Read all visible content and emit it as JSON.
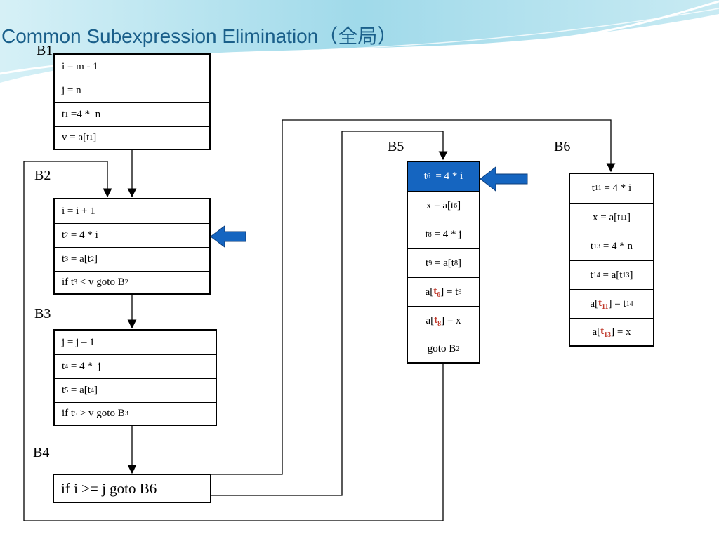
{
  "title": "Common Subexpression Elimination（全局）",
  "labels": {
    "b1": "B1",
    "b2": "B2",
    "b3": "B3",
    "b4": "B4",
    "b5": "B5",
    "b6": "B6"
  },
  "b1": [
    "i = m - 1",
    "j = n",
    "t1 =4 *  n",
    "v = a[t1]"
  ],
  "b2": [
    "i = i  + 1",
    "t2 = 4 * i",
    "t3 = a[t2]",
    "if t3 < v goto B2"
  ],
  "b3": [
    "j = j – 1",
    "t4 = 4 *  j",
    "t5 = a[t4]",
    "if t5 > v goto B3"
  ],
  "b4": "if i >= j goto B6",
  "b5": [
    "t6  = 4 * i",
    "x = a[t6]",
    "t8 = 4 * j",
    "t9 = a[t8]",
    "a[t6] = t9",
    "a[t8] = x",
    "goto B2"
  ],
  "b6": [
    "t11 = 4 * i",
    "x = a[t11]",
    "t13 = 4 * n",
    "t14 = a[t13]",
    "a[t11] = t14",
    "a[t13] = x"
  ],
  "colors": {
    "title": "#1a5f8a",
    "highlight": "#1565c0",
    "marker_arrow": "#1565c0",
    "reused_temp": "#c0392b"
  },
  "icons": {
    "marker": "left-arrow-icon"
  }
}
